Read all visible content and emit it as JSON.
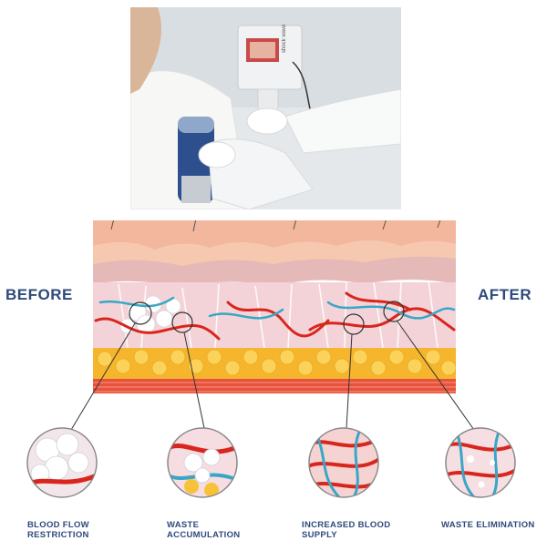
{
  "photo": {
    "device_brand": "shock wave"
  },
  "labels": {
    "before": "BEFORE",
    "after": "AFTER"
  },
  "callouts": [
    {
      "line1": "BLOOD FLOW",
      "line2": "RESTRICTION"
    },
    {
      "line1": "WASTE",
      "line2": "ACCUMULATION"
    },
    {
      "line1": "INCREASED BLOOD",
      "line2": "SUPPLY"
    },
    {
      "line1": "WASTE ELIMINATION",
      "line2": ""
    }
  ],
  "colors": {
    "label_blue": "#2e4a7a",
    "skin": "#f6c8b0",
    "fat": "#f7c23a",
    "vessel": "#d8261d",
    "lymph": "#3aa6c6"
  }
}
